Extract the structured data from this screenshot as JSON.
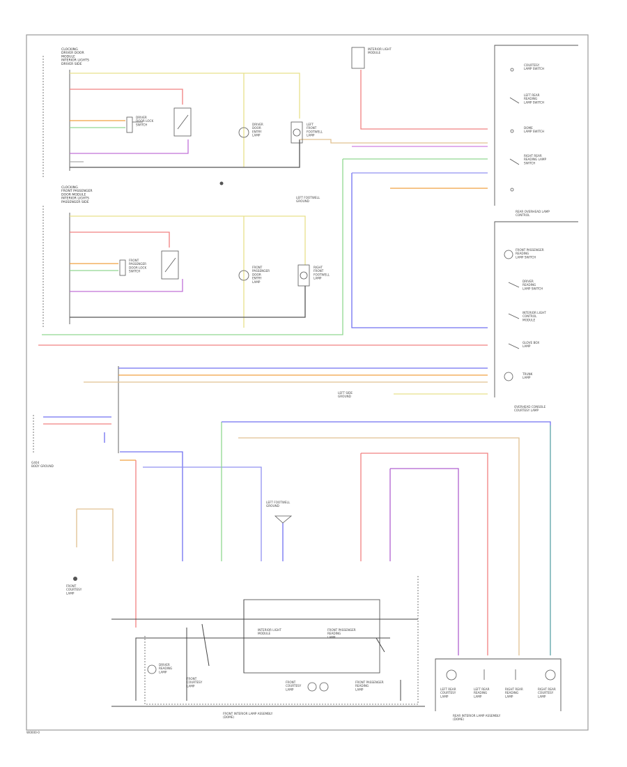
{
  "page": {
    "background": "#ffffff"
  },
  "colors": {
    "yellow": "#e8e08a",
    "red": "#f08080",
    "orange": "#f0a040",
    "green": "#90d890",
    "blue": "#7070f0",
    "violet": "#c070d8",
    "pink": "#f4a8c4",
    "tan": "#e0c090",
    "teal": "#70b8a8",
    "black": "#444444",
    "gray": "#999999"
  },
  "labels": {
    "driver_door_module": "CLOCKING\nDRIVER DOOR\nMODULE\nINTERIOR LIGHTS\nDRIVER SIDE",
    "passenger_door_module": "CLOCKING\nFRONT PASSENGER\nDOOR MODULE\nINTERIOR LIGHTS\nPASSENGER SIDE",
    "driver_entry_lamp": "DRIVER\nDOOR\nENTRY\nLAMP",
    "driver_lock_switch": "DRIVER\nDOOR LOCK\nSWITCH",
    "left_footwell_lamp": "LEFT\nFRONT\nFOOTWELL\nLAMP",
    "passenger_entry_lamp": "FRONT\nPASSENGER\nDOOR\nENTRY\nLAMP",
    "passenger_lock_switch": "FRONT\nPASSENGER\nDOOR LOCK\nSWITCH",
    "right_footwell_lamp": "RIGHT\nFRONT\nFOOTWELL\nLAMP",
    "interior_lights_module": "INTERIOR LIGHT\nMODULE",
    "rear_overhead_console": "REAR OVERHEAD LAMP\nCONTROL",
    "interior_light_control_module": "INTERIOR LIGHT\nCONTROL\nMODULE",
    "overhead_console_module": "OVERHEAD CONSOLE\nCOURTESY LAMP",
    "front_overhead_lamp_assembly": "FRONT INTERIOR LAMP ASSEMBLY\n(DOME)",
    "rear_interior_lamp_assembly": "REAR INTERIOR LAMP ASSEMBLY\n(DOME)",
    "ground_left": "LEFT FOOTWELL\nGROUND",
    "ground_bottom": "G404\nBODY GROUND",
    "left_sill_ground": "LEFT SIDE\nGROUND",
    "front_courtesy_lamp": "FRONT\nCOURTESY\nLAMP",
    "front_passenger_reading_lamp": "FRONT PASSENGER\nREADING\nLAMP",
    "driver_reading_lamp": "DRIVER\nREADING\nLAMP",
    "left_rear_courtesy": "LEFT REAR\nCOURTESY\nLAMP",
    "left_rear_reading": "LEFT REAR\nREADING\nLAMP",
    "right_rear_reading": "RIGHT REAR\nREADING\nLAMP",
    "right_rear_courtesy": "RIGHT REAR\nCOURTESY\nLAMP",
    "left_rear_reading_switch": "LEFT REAR\nREADING\nLAMP SWITCH",
    "dome_lamp_switch": "DOME\nLAMP SWITCH",
    "right_rear_reading_switch": "RIGHT REAR\nREADING LAMP\nSWITCH",
    "passenger_reading_switch": "FRONT PASSENGER\nREADING\nLAMP SWITCH",
    "courtesy_switch": "COURTESY\nLAMP SWITCH",
    "driver_reading_switch": "DRIVER\nREADING\nLAMP SWITCH",
    "glovebox_lamp": "GLOVE BOX\nLAMP",
    "trunk_lamp": "TRUNK\nLAMP",
    "footer_code": "W0000-0"
  }
}
